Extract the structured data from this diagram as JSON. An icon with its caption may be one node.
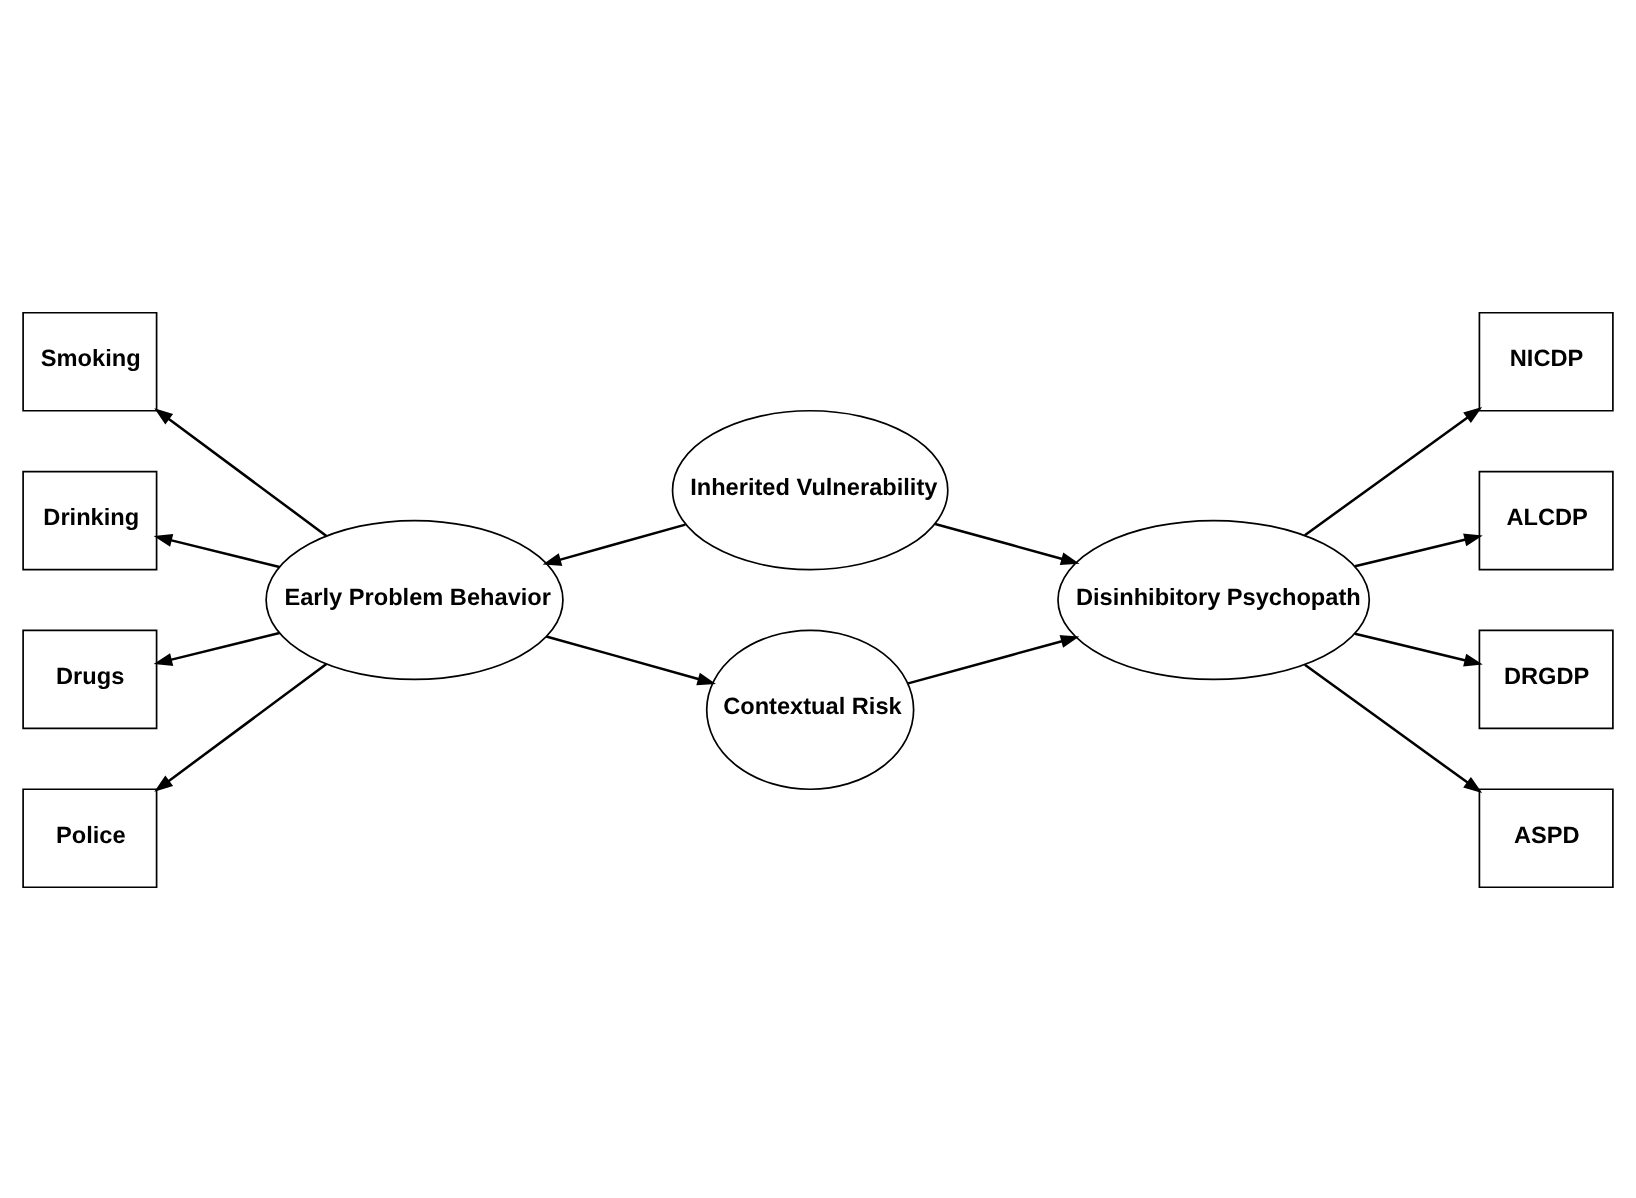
{
  "diagram": {
    "nodes": [
      {
        "text": [
          "Smoking"
        ]
      },
      {
        "text": [
          "Drinking"
        ]
      },
      {
        "text": [
          "Drugs"
        ]
      },
      {
        "text": [
          "Police"
        ]
      },
      {
        "text": [
          "Inherited Vulnerability"
        ]
      },
      {
        "text": [
          "Early Problem Behavior"
        ]
      },
      {
        "text": [
          "Contextual Risk"
        ]
      },
      {
        "text": [
          "Disinhibitory Psychopath"
        ]
      },
      {
        "text": [
          "NICDP"
        ]
      },
      {
        "text": [
          "ALCDP"
        ]
      },
      {
        "text": [
          "DRGDP"
        ]
      },
      {
        "text": [
          "ASPD"
        ]
      }
    ],
    "edges": [
      {
        "from": 4,
        "to": 5,
        "arrow": "to"
      },
      {
        "from": 4,
        "to": 7,
        "arrow": "to"
      },
      {
        "from": 5,
        "to": 6,
        "arrow": "to"
      },
      {
        "from": 6,
        "to": 7,
        "arrow": "to"
      },
      {
        "from": 5,
        "to": 0,
        "arrow": "to"
      },
      {
        "from": 5,
        "to": 1,
        "arrow": "to"
      },
      {
        "from": 5,
        "to": 2,
        "arrow": "to"
      },
      {
        "from": 5,
        "to": 3,
        "arrow": "to"
      },
      {
        "from": 7,
        "to": 8,
        "arrow": "to"
      },
      {
        "from": 7,
        "to": 9,
        "arrow": "to"
      },
      {
        "from": 7,
        "to": 10,
        "arrow": "to"
      },
      {
        "from": 7,
        "to": 11,
        "arrow": "to"
      }
    ]
  }
}
